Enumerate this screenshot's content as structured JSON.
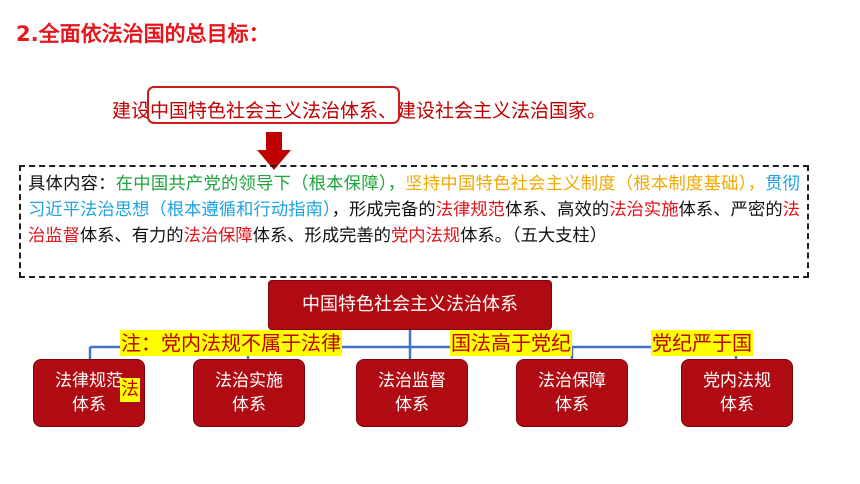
{
  "title": "2.全面依法治国的总目标：",
  "goal": {
    "highlighted": "中国特色社会主义法治体系",
    "prefix": "建设",
    "suffix": "、建设社会主义法治国家。"
  },
  "content": {
    "lead": "具体内容：",
    "seg1": "在中国共产党的领导下（根本保障）",
    "sep1": "，",
    "seg2": "坚持中国特色社会主义制度（根本制度基础）",
    "sep2": "，",
    "seg3": "贯彻习近平法治思想（根本遵循和行动指南）",
    "seg4": "，形成完备的",
    "r1": "法律规范",
    "seg5": "体系、高效的",
    "r2": "法治实施",
    "seg6": "体系、严密的",
    "r3": "法治监督",
    "seg7": "体系、有力的",
    "r4": "法治保障",
    "seg8": "体系、形成完善的",
    "r5": "党内法规",
    "seg9": "体系。（五大支柱）"
  },
  "diagram": {
    "root": "中国特色社会主义法治体系",
    "children": [
      {
        "line1": "法律规范",
        "line2": "体系"
      },
      {
        "line1": "法治实施",
        "line2": "体系"
      },
      {
        "line1": "法治监督",
        "line2": "体系"
      },
      {
        "line1": "法治保障",
        "line2": "体系"
      },
      {
        "line1": "党内法规",
        "line2": "体系"
      }
    ],
    "notes": {
      "note1": "注：党内法规不属于法律",
      "note1_tail": "法",
      "note2": "国法高于党纪",
      "note3": "党纪严于国"
    }
  },
  "colors": {
    "title": "#e8141b",
    "box": "#b00b12",
    "highlight": "#ffff00",
    "green": "#1fa43c",
    "gold": "#f2a900",
    "blue": "#1fa2e0",
    "red": "#e0141b",
    "connector": "#4472c4"
  }
}
